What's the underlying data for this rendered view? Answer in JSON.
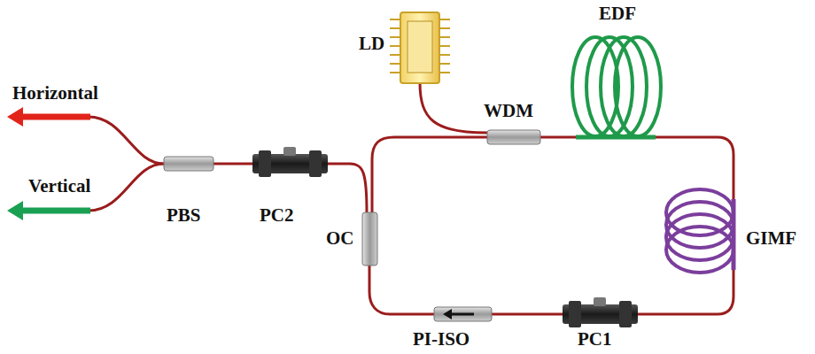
{
  "diagram": {
    "labels": [
      "Horizontal",
      "Vertical",
      "PBS",
      "PC2",
      "LD",
      "WDM",
      "EDF",
      "GIMF",
      "OC",
      "PI-ISO",
      "PC1"
    ]
  }
}
